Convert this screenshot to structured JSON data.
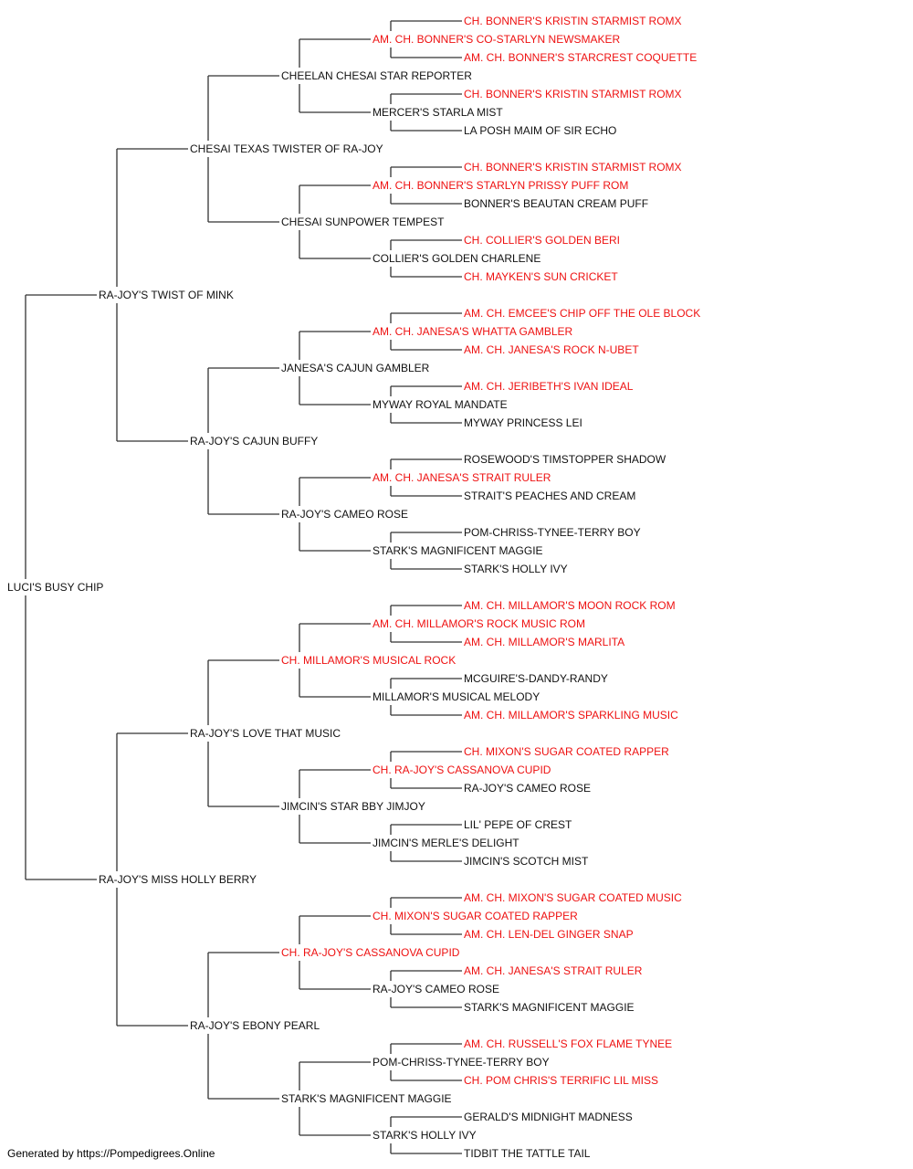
{
  "colors": {
    "champion": "#ee1111",
    "normal": "#111111",
    "lines": "#333333"
  },
  "pedigree": {
    "name": "LUCI'S BUSY CHIP",
    "children": [
      {
        "name": "RA-JOY'S TWIST OF MINK",
        "children": [
          {
            "name": "CHESAI TEXAS TWISTER OF RA-JOY",
            "children": [
              {
                "name": "CHEELAN CHESAI STAR REPORTER",
                "children": [
                  {
                    "name": "AM. CH. BONNER'S CO-STARLYN NEWSMAKER",
                    "champion": true,
                    "children": [
                      {
                        "name": "CH. BONNER'S KRISTIN STARMIST ROMX",
                        "champion": true
                      },
                      {
                        "name": "AM. CH. BONNER'S STARCREST COQUETTE",
                        "champion": true
                      }
                    ]
                  },
                  {
                    "name": "MERCER'S STARLA MIST",
                    "children": [
                      {
                        "name": "CH. BONNER'S KRISTIN STARMIST ROMX",
                        "champion": true
                      },
                      {
                        "name": "LA POSH MAIM OF SIR ECHO"
                      }
                    ]
                  }
                ]
              },
              {
                "name": "CHESAI SUNPOWER TEMPEST",
                "children": [
                  {
                    "name": "AM. CH. BONNER'S STARLYN PRISSY PUFF ROM",
                    "champion": true,
                    "children": [
                      {
                        "name": "CH. BONNER'S KRISTIN STARMIST ROMX",
                        "champion": true
                      },
                      {
                        "name": "BONNER'S BEAUTAN CREAM PUFF"
                      }
                    ]
                  },
                  {
                    "name": "COLLIER'S GOLDEN CHARLENE",
                    "children": [
                      {
                        "name": "CH. COLLIER'S GOLDEN BERI",
                        "champion": true
                      },
                      {
                        "name": "CH. MAYKEN'S SUN CRICKET",
                        "champion": true
                      }
                    ]
                  }
                ]
              }
            ]
          },
          {
            "name": "RA-JOY'S CAJUN BUFFY",
            "children": [
              {
                "name": "JANESA'S CAJUN GAMBLER",
                "children": [
                  {
                    "name": "AM. CH. JANESA'S WHATTA GAMBLER",
                    "champion": true,
                    "children": [
                      {
                        "name": "AM. CH. EMCEE'S CHIP OFF THE OLE BLOCK",
                        "champion": true
                      },
                      {
                        "name": "AM. CH. JANESA'S ROCK N-UBET",
                        "champion": true
                      }
                    ]
                  },
                  {
                    "name": "MYWAY ROYAL MANDATE",
                    "children": [
                      {
                        "name": "AM. CH. JERIBETH'S IVAN IDEAL",
                        "champion": true
                      },
                      {
                        "name": "MYWAY PRINCESS LEI"
                      }
                    ]
                  }
                ]
              },
              {
                "name": "RA-JOY'S CAMEO ROSE",
                "children": [
                  {
                    "name": "AM. CH. JANESA'S STRAIT RULER",
                    "champion": true,
                    "children": [
                      {
                        "name": "ROSEWOOD'S TIMSTOPPER SHADOW"
                      },
                      {
                        "name": "STRAIT'S PEACHES AND CREAM"
                      }
                    ]
                  },
                  {
                    "name": "STARK'S MAGNIFICENT MAGGIE",
                    "children": [
                      {
                        "name": "POM-CHRISS-TYNEE-TERRY BOY"
                      },
                      {
                        "name": "STARK'S HOLLY IVY"
                      }
                    ]
                  }
                ]
              }
            ]
          }
        ]
      },
      {
        "name": "RA-JOY'S MISS HOLLY BERRY",
        "children": [
          {
            "name": "RA-JOY'S LOVE THAT MUSIC",
            "children": [
              {
                "name": "CH. MILLAMOR'S MUSICAL ROCK",
                "champion": true,
                "children": [
                  {
                    "name": "AM. CH. MILLAMOR'S ROCK MUSIC ROM",
                    "champion": true,
                    "children": [
                      {
                        "name": "AM. CH. MILLAMOR'S MOON ROCK ROM",
                        "champion": true
                      },
                      {
                        "name": "AM. CH. MILLAMOR'S MARLITA",
                        "champion": true
                      }
                    ]
                  },
                  {
                    "name": "MILLAMOR'S MUSICAL MELODY",
                    "children": [
                      {
                        "name": "MCGUIRE'S-DANDY-RANDY"
                      },
                      {
                        "name": "AM. CH. MILLAMOR'S SPARKLING MUSIC",
                        "champion": true
                      }
                    ]
                  }
                ]
              },
              {
                "name": "JIMCIN'S STAR BBY JIMJOY",
                "children": [
                  {
                    "name": "CH. RA-JOY'S CASSANOVA CUPID",
                    "champion": true,
                    "children": [
                      {
                        "name": "CH. MIXON'S SUGAR COATED RAPPER",
                        "champion": true
                      },
                      {
                        "name": "RA-JOY'S CAMEO ROSE"
                      }
                    ]
                  },
                  {
                    "name": "JIMCIN'S MERLE'S DELIGHT",
                    "children": [
                      {
                        "name": "LIL' PEPE OF CREST"
                      },
                      {
                        "name": "JIMCIN'S SCOTCH MIST"
                      }
                    ]
                  }
                ]
              }
            ]
          },
          {
            "name": "RA-JOY'S EBONY PEARL",
            "children": [
              {
                "name": "CH. RA-JOY'S CASSANOVA CUPID",
                "champion": true,
                "children": [
                  {
                    "name": "CH. MIXON'S SUGAR COATED RAPPER",
                    "champion": true,
                    "children": [
                      {
                        "name": "AM. CH. MIXON'S SUGAR COATED MUSIC",
                        "champion": true
                      },
                      {
                        "name": "AM. CH. LEN-DEL GINGER SNAP",
                        "champion": true
                      }
                    ]
                  },
                  {
                    "name": "RA-JOY'S CAMEO ROSE",
                    "children": [
                      {
                        "name": "AM. CH. JANESA'S STRAIT RULER",
                        "champion": true
                      },
                      {
                        "name": "STARK'S MAGNIFICENT MAGGIE"
                      }
                    ]
                  }
                ]
              },
              {
                "name": "STARK'S MAGNIFICENT MAGGIE",
                "children": [
                  {
                    "name": "POM-CHRISS-TYNEE-TERRY BOY",
                    "children": [
                      {
                        "name": "AM. CH. RUSSELL'S FOX FLAME TYNEE",
                        "champion": true
                      },
                      {
                        "name": "CH. POM CHRIS'S TERRIFIC LIL MISS",
                        "champion": true
                      }
                    ]
                  },
                  {
                    "name": "STARK'S HOLLY IVY",
                    "children": [
                      {
                        "name": "GERALD'S MIDNIGHT MADNESS"
                      },
                      {
                        "name": "TIDBIT THE TATTLE TAIL"
                      }
                    ]
                  }
                ]
              }
            ]
          }
        ]
      }
    ]
  },
  "footer": "Generated by https://Pompedigrees.Online"
}
